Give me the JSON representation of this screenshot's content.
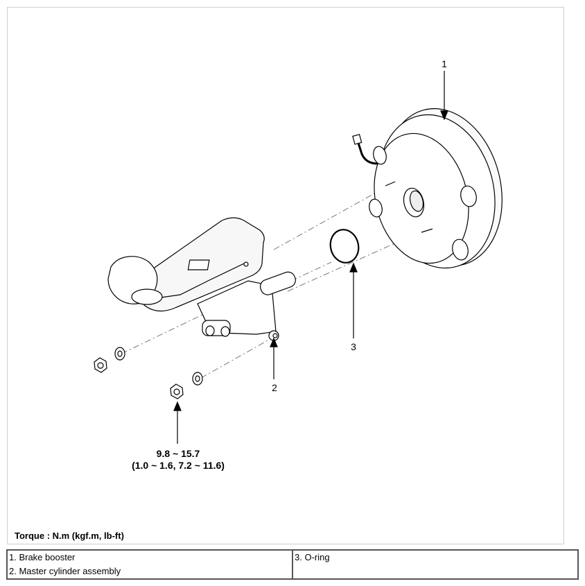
{
  "callouts": {
    "brake_booster": "1",
    "master_cylinder": "2",
    "o_ring": "3"
  },
  "torque": {
    "value_nm": "9.8 ~ 15.7",
    "value_alt": "(1.0 ~ 1.6, 7.2 ~ 11.6)",
    "unit_label": "Torque : N.m (kgf.m, lb-ft)"
  },
  "legend": {
    "col1": [
      "1. Brake booster",
      "2. Master cylinder assembly"
    ],
    "col2": [
      "3. O-ring"
    ]
  }
}
